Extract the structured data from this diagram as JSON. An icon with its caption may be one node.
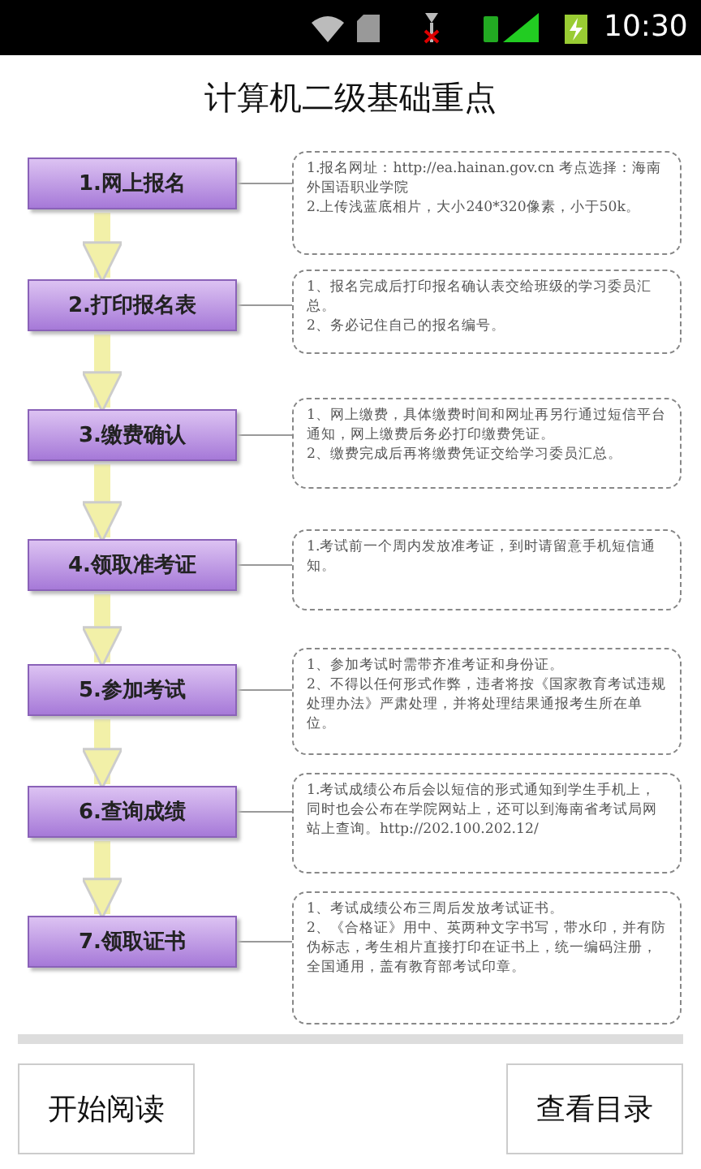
{
  "diagram": {
    "title": "计算机二级基础重点",
    "nodes": [
      {
        "text": [
          "1.网上报名"
        ]
      },
      {
        "text": [
          "1.报名网址：http://ea.hainan.gov.cn 考点选择：海南外国语职业学院",
          "2.上传浅蓝底相片，大小240*320像素，小于50k。"
        ]
      },
      {
        "text": [
          "2.打印报名表"
        ]
      },
      {
        "text": [
          "1、报名完成后打印报名确认表交给班级的学习委员汇总。",
          "2、务必记住自己的报名编号。"
        ]
      },
      {
        "text": [
          "3.缴费确认"
        ]
      },
      {
        "text": [
          "1、网上缴费，具体缴费时间和网址再另行通过短信平台通知，网上缴费后务必打印缴费凭证。",
          "2、缴费完成后再将缴费凭证交给学习委员汇总。"
        ]
      },
      {
        "text": [
          "4.领取准考证"
        ]
      },
      {
        "text": [
          "1.考试前一个周内发放准考证，到时请留意手机短信通知。"
        ]
      },
      {
        "text": [
          "5.参加考试"
        ]
      },
      {
        "text": [
          "1、参加考试时需带齐准考证和身份证。",
          "2、不得以任何形式作弊，违者将按《国家教育考试违规处理办法》严肃处理，并将处理结果通报考生所在单位。"
        ]
      },
      {
        "text": [
          "6.查询成绩"
        ]
      },
      {
        "text": [
          "1.考试成绩公布后会以短信的形式通知到学生手机上，同时也会公布在学院网站上，还可以到海南省考试局网站上查询。http://202.100.202.12/"
        ]
      },
      {
        "text": [
          "7.领取证书"
        ]
      },
      {
        "text": [
          "1、考试成绩公布三周后发放考试证书。",
          "2、《合格证》用中、英两种文字书写，带水印，并有防伪标志，考生相片直接打印在证书上，统一编码注册，全国通用，盖有教育部考试印章。"
        ]
      }
    ],
    "edges": [
      {
        "from": 0,
        "to": 1,
        "arrow": "none"
      },
      {
        "from": 0,
        "to": 2,
        "arrow": "to",
        "style": "thick",
        "color": "#f2f0a8"
      },
      {
        "from": 2,
        "to": 3,
        "arrow": "none"
      },
      {
        "from": 2,
        "to": 4,
        "arrow": "to",
        "style": "thick",
        "color": "#f2f0a8"
      },
      {
        "from": 4,
        "to": 5,
        "arrow": "none"
      },
      {
        "from": 4,
        "to": 6,
        "arrow": "to",
        "style": "thick",
        "color": "#f2f0a8"
      },
      {
        "from": 6,
        "to": 7,
        "arrow": "none"
      },
      {
        "from": 6,
        "to": 8,
        "arrow": "to",
        "style": "thick",
        "color": "#f2f0a8"
      },
      {
        "from": 8,
        "to": 9,
        "arrow": "none"
      },
      {
        "from": 8,
        "to": 10,
        "arrow": "to",
        "style": "thick",
        "color": "#f2f0a8"
      },
      {
        "from": 10,
        "to": 11,
        "arrow": "none"
      },
      {
        "from": 10,
        "to": 12,
        "arrow": "to",
        "style": "thick",
        "color": "#f2f0a8"
      },
      {
        "from": 12,
        "to": 13,
        "arrow": "none"
      }
    ],
    "labels": [
      "10:30",
      "开始阅读",
      "查看目录"
    ]
  }
}
